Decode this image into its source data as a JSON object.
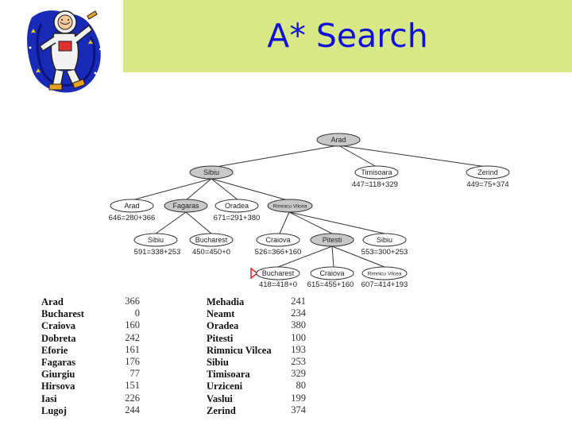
{
  "slide": {
    "title": "A* Search"
  },
  "tree": {
    "nodes": [
      {
        "id": "root-arad",
        "label": "Arad",
        "eval": "",
        "expanded": true
      },
      {
        "id": "sibiu",
        "label": "Sibiu",
        "eval": "",
        "expanded": true
      },
      {
        "id": "timisoara",
        "label": "Timisoara",
        "eval": "447=118+329",
        "expanded": false
      },
      {
        "id": "zerind",
        "label": "Zerind",
        "eval": "449=75+374",
        "expanded": false
      },
      {
        "id": "arad2",
        "label": "Arad",
        "eval": "646=280+366",
        "expanded": false
      },
      {
        "id": "fagaras",
        "label": "Fagaras",
        "eval": "",
        "expanded": true
      },
      {
        "id": "oradea",
        "label": "Oradea",
        "eval": "671=291+380",
        "expanded": false
      },
      {
        "id": "rimnicu",
        "label": "Rimnicu Vilcea",
        "eval": "",
        "expanded": true
      },
      {
        "id": "sibiu2",
        "label": "Sibiu",
        "eval": "591=338+253",
        "expanded": false
      },
      {
        "id": "bucharest1",
        "label": "Bucharest",
        "eval": "450=450+0",
        "expanded": false
      },
      {
        "id": "craiova1",
        "label": "Craiova",
        "eval": "526=366+160",
        "expanded": false
      },
      {
        "id": "pitesti",
        "label": "Pitesti",
        "eval": "",
        "expanded": true
      },
      {
        "id": "sibiu3",
        "label": "Sibiu",
        "eval": "553=300+253",
        "expanded": false
      },
      {
        "id": "bucharest2",
        "label": "Bucharest",
        "eval": "418=418+0",
        "expanded": false
      },
      {
        "id": "craiova2",
        "label": "Craiova",
        "eval": "615=455+160",
        "expanded": false
      },
      {
        "id": "rimnicu2",
        "label": "Rimnicu Vilcea",
        "eval": "607=414+193",
        "expanded": false
      }
    ]
  },
  "heuristic_table": {
    "left": [
      {
        "city": "Arad",
        "h": "366"
      },
      {
        "city": "Bucharest",
        "h": "0"
      },
      {
        "city": "Craiova",
        "h": "160"
      },
      {
        "city": "Dobreta",
        "h": "242"
      },
      {
        "city": "Eforie",
        "h": "161"
      },
      {
        "city": "Fagaras",
        "h": "176"
      },
      {
        "city": "Giurgiu",
        "h": "77"
      },
      {
        "city": "Hirsova",
        "h": "151"
      },
      {
        "city": "Iasi",
        "h": "226"
      },
      {
        "city": "Lugoj",
        "h": "244"
      }
    ],
    "right": [
      {
        "city": "Mehadia",
        "h": "241"
      },
      {
        "city": "Neamt",
        "h": "234"
      },
      {
        "city": "Oradea",
        "h": "380"
      },
      {
        "city": "Pitesti",
        "h": "100"
      },
      {
        "city": "Rimnicu Vilcea",
        "h": "193"
      },
      {
        "city": "Sibiu",
        "h": "253"
      },
      {
        "city": "Timisoara",
        "h": "329"
      },
      {
        "city": "Urziceni",
        "h": "80"
      },
      {
        "city": "Vaslui",
        "h": "199"
      },
      {
        "city": "Zerind",
        "h": "374"
      }
    ]
  },
  "colors": {
    "title_bar": "#d9e886",
    "title_text": "#1010d8",
    "expanded_node": "#c8c8c8",
    "frontier_node": "#ffffff",
    "goal_marker": "#e02020"
  }
}
